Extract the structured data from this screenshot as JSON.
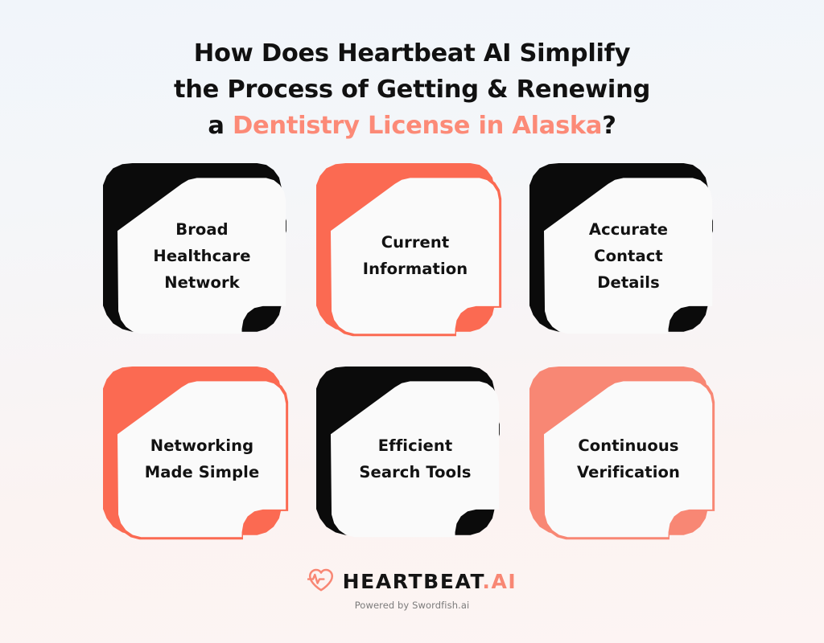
{
  "theme": {
    "background_top": "#F1F5FA",
    "background_bottom": "#FDF4F3",
    "accent_coral": "#FB6A52",
    "accent_coral_light": "#F88774",
    "title_accent": "#FC8A77",
    "ink": "#111111",
    "card_surface": "#FAFAFA"
  },
  "title": {
    "line1": "How Does Heartbeat AI Simplify",
    "line2": "the Process of Getting & Renewing",
    "line3_prefix": "a ",
    "line3_accent": "Dentistry License in Alaska",
    "line3_suffix": "?"
  },
  "cards": [
    {
      "label": "Broad\nHealthcare\nNetwork",
      "color_name": "black",
      "color": "#0B0B0B",
      "rim": "none"
    },
    {
      "label": "Current\nInformation",
      "color_name": "coral",
      "color": "#FB6A52",
      "rim": "coral"
    },
    {
      "label": "Accurate\nContact\nDetails",
      "color_name": "black",
      "color": "#0B0B0B",
      "rim": "none"
    },
    {
      "label": "Networking\nMade Simple",
      "color_name": "coral",
      "color": "#FB6A52",
      "rim": "coral"
    },
    {
      "label": "Efficient\nSearch Tools",
      "color_name": "black",
      "color": "#0B0B0B",
      "rim": "none"
    },
    {
      "label": "Continuous\nVerification",
      "color_name": "coral-light",
      "color": "#F88774",
      "rim": "coral-light"
    }
  ],
  "footer": {
    "logo_icon": "heart-pulse-icon",
    "wordmark_main": "HEARTBEAT",
    "wordmark_suffix": ".AI",
    "tagline": "Powered by Swordfish.ai"
  }
}
